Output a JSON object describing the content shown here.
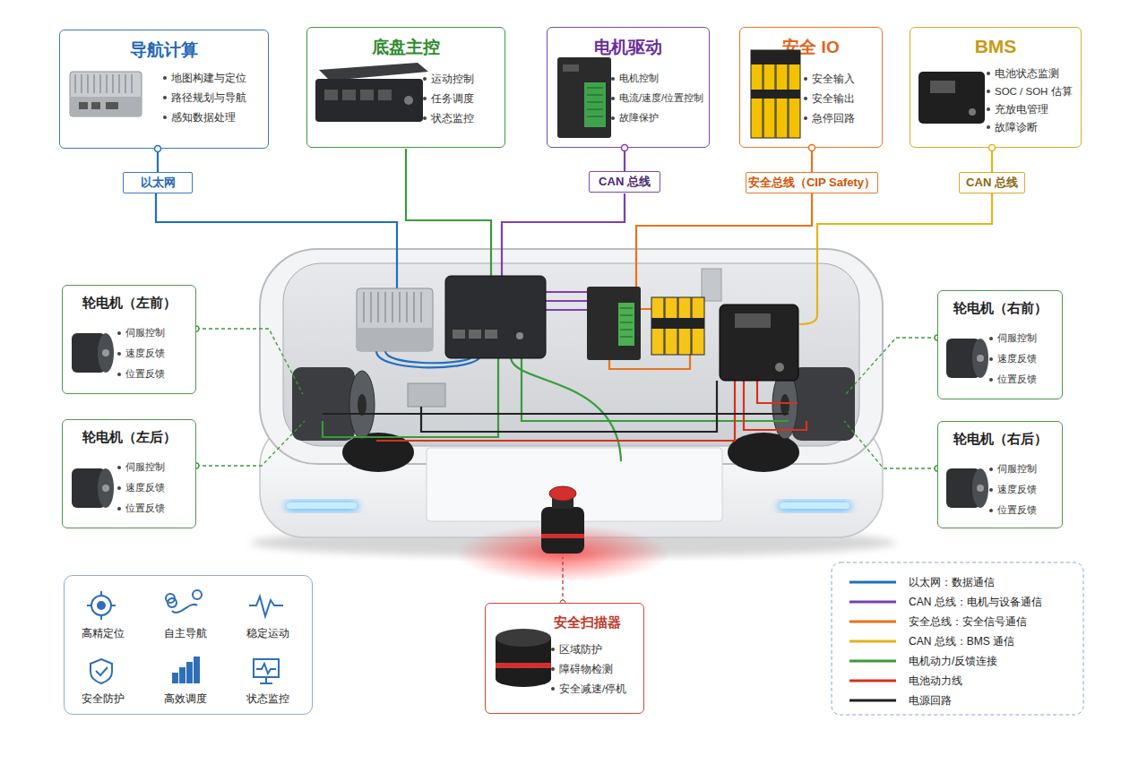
{
  "diagram": {
    "nodes": [
      {
        "text": [
          "导航计算",
          "地图构建与定位",
          "路径规划与导航",
          "感知数据处理"
        ]
      },
      {
        "text": [
          "底盘主控",
          "运动控制",
          "任务调度",
          "状态监控"
        ]
      },
      {
        "text": [
          "电机驱动",
          "电机控制",
          "电流/速度/位置控制",
          "故障保护"
        ]
      },
      {
        "text": [
          "安全 IO",
          "安全输入",
          "安全输出",
          "急停回路"
        ]
      },
      {
        "text": [
          "BMS",
          "电池状态监测",
          "SOC / SOH 估算",
          "充放电管理",
          "故障诊断"
        ]
      },
      {
        "text": [
          "以太网"
        ]
      },
      {
        "text": [
          "CAN 总线"
        ]
      },
      {
        "text": [
          "安全总线（CIP Safety）"
        ]
      },
      {
        "text": [
          "CAN 总线"
        ]
      },
      {
        "text": [
          "轮电机（左前）",
          "伺服控制",
          "速度反馈",
          "位置反馈"
        ]
      },
      {
        "text": [
          "轮电机（右前）",
          "伺服控制",
          "速度反馈",
          "位置反馈"
        ]
      },
      {
        "text": [
          "轮电机（左后）",
          "伺服控制",
          "速度反馈",
          "位置反馈"
        ]
      },
      {
        "text": [
          "轮电机（右后）",
          "伺服控制",
          "速度反馈",
          "位置反馈"
        ]
      },
      {
        "text": [
          "高精定位",
          "自主导航",
          "稳定运动",
          "安全防护",
          "高效调度",
          "状态监控"
        ]
      },
      {
        "text": [
          "安全扫描器",
          "区域防护",
          "障碍物检测",
          "安全减速/停机"
        ]
      }
    ],
    "edges": [
      {
        "from": 0,
        "to": 5,
        "arrow": "none"
      },
      {
        "from": 2,
        "to": 6,
        "arrow": "none"
      },
      {
        "from": 3,
        "to": 7,
        "arrow": "none"
      },
      {
        "from": 4,
        "to": 8,
        "arrow": "none"
      }
    ],
    "legend": [
      {
        "text": "以太网：数据通信"
      },
      {
        "text": "CAN 总线：电机与设备通信"
      },
      {
        "text": "安全总线：安全信号通信"
      },
      {
        "text": "CAN 总线：BMS 通信"
      },
      {
        "text": "电机动力/反馈连接"
      },
      {
        "text": "电池动力线"
      },
      {
        "text": "电源回路"
      }
    ]
  }
}
